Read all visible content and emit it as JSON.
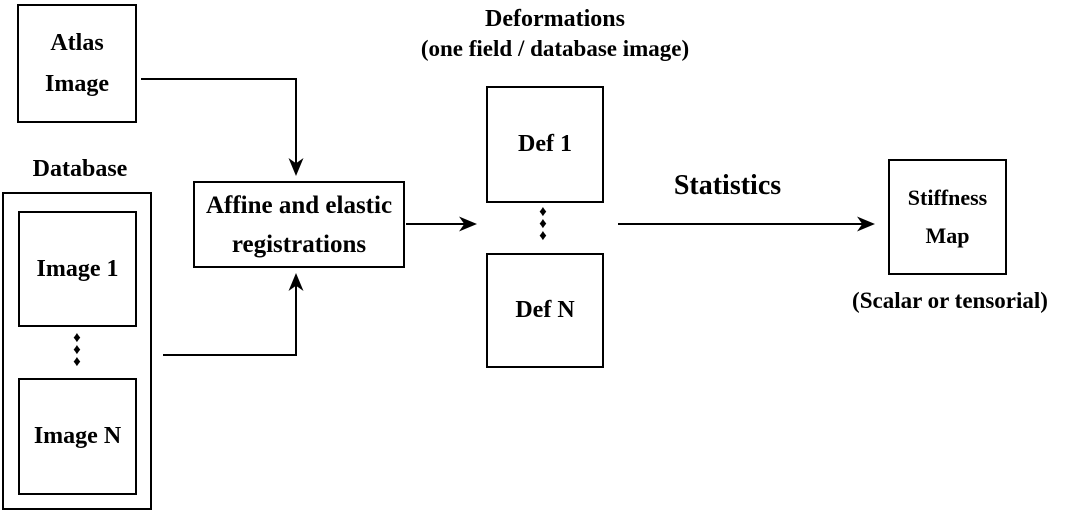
{
  "nodes": {
    "atlas": {
      "line1": "Atlas",
      "line2": "Image"
    },
    "database": {
      "label": "Database",
      "image1": "Image 1",
      "imageN": "Image N"
    },
    "registrations": {
      "line1": "Affine and elastic",
      "line2": "registrations"
    },
    "deformations": {
      "title": "Deformations",
      "subtitle": "(one field / database image)",
      "def1": "Def 1",
      "defN": "Def N"
    },
    "stiffness": {
      "line1": "Stiffness",
      "line2": "Map",
      "note": "(Scalar or tensorial)"
    },
    "statistics_label": "Statistics"
  },
  "symbols": {
    "ellipsis_dot": "♦"
  },
  "colors": {
    "ink": "#000000",
    "background": "#ffffff"
  },
  "connections": [
    {
      "from": "Atlas Image",
      "to": "Affine and elastic registrations"
    },
    {
      "from": "Database",
      "to": "Affine and elastic registrations"
    },
    {
      "from": "Affine and elastic registrations",
      "to": "Deformations"
    },
    {
      "from": "Deformations",
      "to": "Stiffness Map",
      "label": "Statistics"
    }
  ]
}
